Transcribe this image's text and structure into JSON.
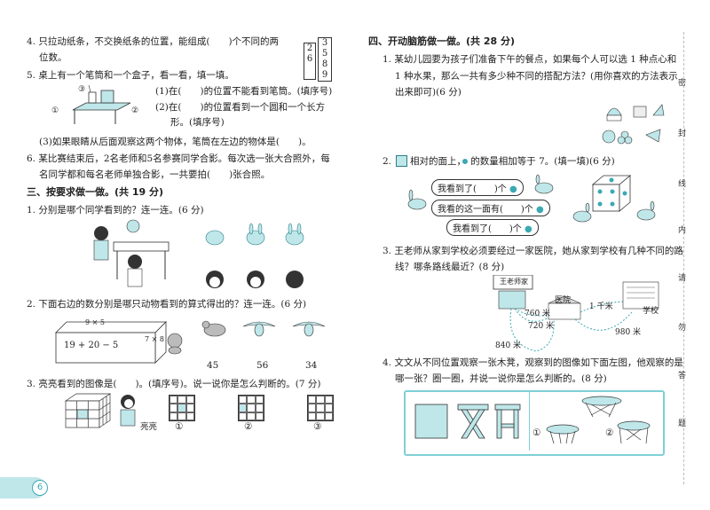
{
  "left": {
    "q4": {
      "line1": "4. 只拉动纸条，不交换纸条的位置，能组成(　　)个不同的两",
      "line2": "位数。",
      "cards": [
        "2",
        "3",
        "6",
        "5",
        "8",
        "9"
      ]
    },
    "q5": {
      "line1": "5. 桌上有一个笔筒和一个盒子，看一看，填一填。",
      "a": "(1)在(　　)的位置不能看到笔筒。(填序号)",
      "b": "(2)在(　　)的位置看到一个圆和一个长方",
      "b2": "形。(填序号)",
      "c": "(3)如果眼睛从后面观察这两个物体，笔筒在左边的物体是(　　)。",
      "labels": [
        "①",
        "②",
        "③"
      ]
    },
    "q6": {
      "line1": "6. 某比赛结束后，2名老师和5名参赛同学合影。每次选一张大合照外，每",
      "line2": "名同学都和每名老师单独合影，一共要拍(　　)张合照。"
    },
    "section3": "三、按要求做一做。(共 19 分)",
    "s3q1": "1. 分别是哪个同学看到的？连一连。(6 分)",
    "s3q2": "2. 下面右边的数分别是哪只动物看到的算式得出的？连一连。(6 分)",
    "s3q2_expr": [
      "9 × 5",
      "19 + 20 − 5",
      "7 × 8"
    ],
    "s3q2_nums": [
      "45",
      "56",
      "34"
    ],
    "s3q3": "3. 亮亮看到的图像是(　　)。(填序号)。说一说你是怎么判断的。(7 分)",
    "s3q3_name": "亮亮",
    "s3q3_labels": [
      "①",
      "②",
      "③"
    ],
    "page_num": "6"
  },
  "right": {
    "section4": "四、开动脑筋做一做。(共 28 分)",
    "q1": {
      "l1": "1. 某幼儿园要为孩子们准备下午的餐点，如果每个人可以选 1 种点心和",
      "l2": "1 种水果，那么一共有多少种不同的搭配方法？(用你喜欢的方法表示",
      "l3": "出来即可)(6 分)"
    },
    "q2": {
      "l1": "2.　　相对的面上，　的数量相加等于 7。(填一填)(6 分)",
      "b1": "我看到了(　　)个",
      "b2": "我看的这一面有(　　)个",
      "b3": "我看到了(　　)个"
    },
    "q3": {
      "l1": "3. 王老师从家到学校必须要经过一家医院，她从家到学校有几种不同的路",
      "l2": "线？哪条路线最近？(8 分)",
      "home": "王老师家",
      "hospital": "医院",
      "school": "学校",
      "d1": "760 米",
      "d2": "720 米",
      "d3": "840 米",
      "d4": "1 千米",
      "d5": "980 米"
    },
    "q4": {
      "l1": "4. 文文从不同位置观察一张木凳，观察到的图像如下面左图，他观察的是",
      "l2": "哪一张？圈一圈，并说一说你是怎么判断的。(8 分)",
      "labels": [
        "①",
        "②"
      ]
    }
  },
  "sidebar": [
    "密",
    "封",
    "线",
    "内",
    "请",
    "勿",
    "答",
    "题"
  ]
}
